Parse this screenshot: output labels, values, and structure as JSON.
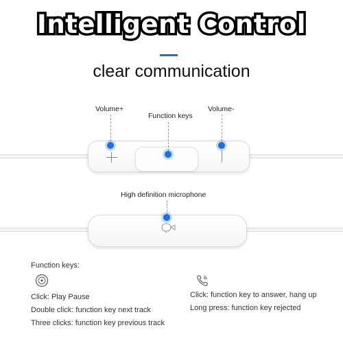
{
  "header": {
    "title": "Intelligent Control",
    "subtitle": "clear communication",
    "accent_color": "#1e6fd9"
  },
  "remote": {
    "volume_up_label": "Volume+",
    "function_keys_label": "Function keys",
    "volume_down_label": "Volume-",
    "volume_up_icon": "plus-icon",
    "volume_down_icon": "minus-icon"
  },
  "microphone": {
    "label": "High definition microphone",
    "icon": "microphone-icon"
  },
  "instructions": {
    "heading": "Function keys:",
    "music": {
      "icon": "music-disc-icon",
      "lines": [
        "Click: Play Pause",
        "Double click: function key next track",
        "Three clicks: function key previous track"
      ]
    },
    "call": {
      "icon": "phone-icon",
      "lines": [
        "Click: function key to answer, hang up",
        "Long press: function key rejected"
      ]
    }
  }
}
